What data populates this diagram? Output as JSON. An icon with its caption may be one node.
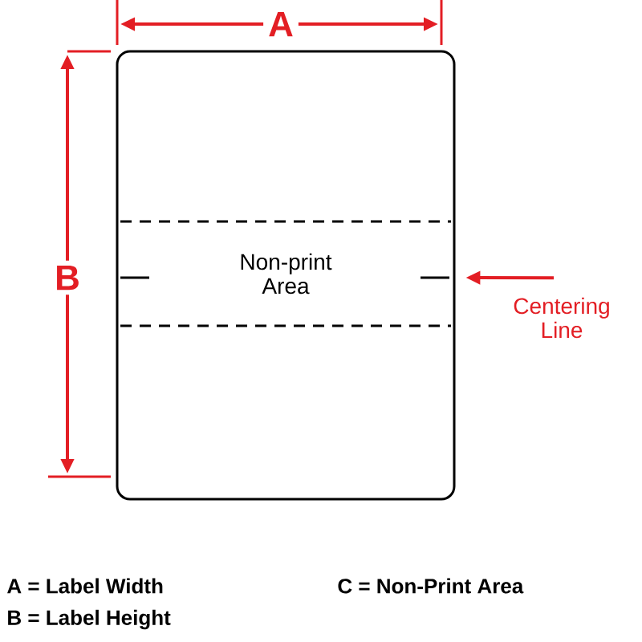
{
  "diagram": {
    "nodes": [
      {
        "text": [],
        "shape": "box"
      },
      {
        "text": [
          "Non-print Area"
        ],
        "in": 0
      },
      {
        "text": [
          "Centering Line"
        ]
      },
      {
        "text": [],
        "shape": "bar",
        "in": 1
      }
    ],
    "edges": [
      {
        "from": 2,
        "to": 3,
        "arrow": "to",
        "color": "#e31e24"
      }
    ],
    "labels": [
      "A",
      "B",
      "A = Label Width",
      "B = Label Height",
      "C = Non-Print Area"
    ]
  }
}
